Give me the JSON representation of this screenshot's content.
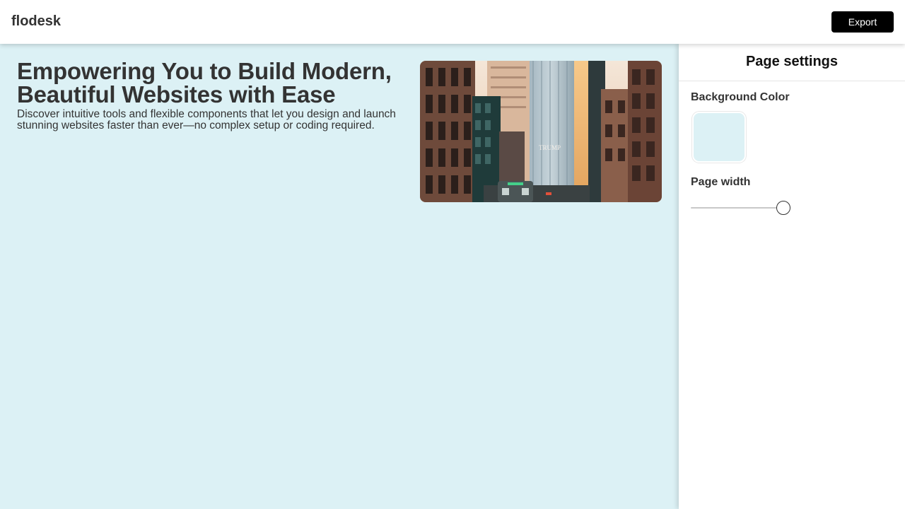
{
  "topbar": {
    "logo": "flodesk",
    "export_label": "Export"
  },
  "canvas": {
    "background_color": "#dcf1f5",
    "hero": {
      "title": "Empowering You to Build Modern, Beautiful Websites with Ease",
      "subtitle": "Discover intuitive tools and flexible components that let you design and launch stunning websites faster than ever—no complex setup or coding required.",
      "image": "city-street-photo"
    }
  },
  "panel": {
    "title": "Page settings",
    "background_color_label": "Background Color",
    "background_color_value": "#dcf1f5",
    "page_width_label": "Page width",
    "page_width_fraction": 0.92
  },
  "colors": {
    "text": "#333333",
    "button_bg": "#000000",
    "button_text": "#ffffff"
  }
}
